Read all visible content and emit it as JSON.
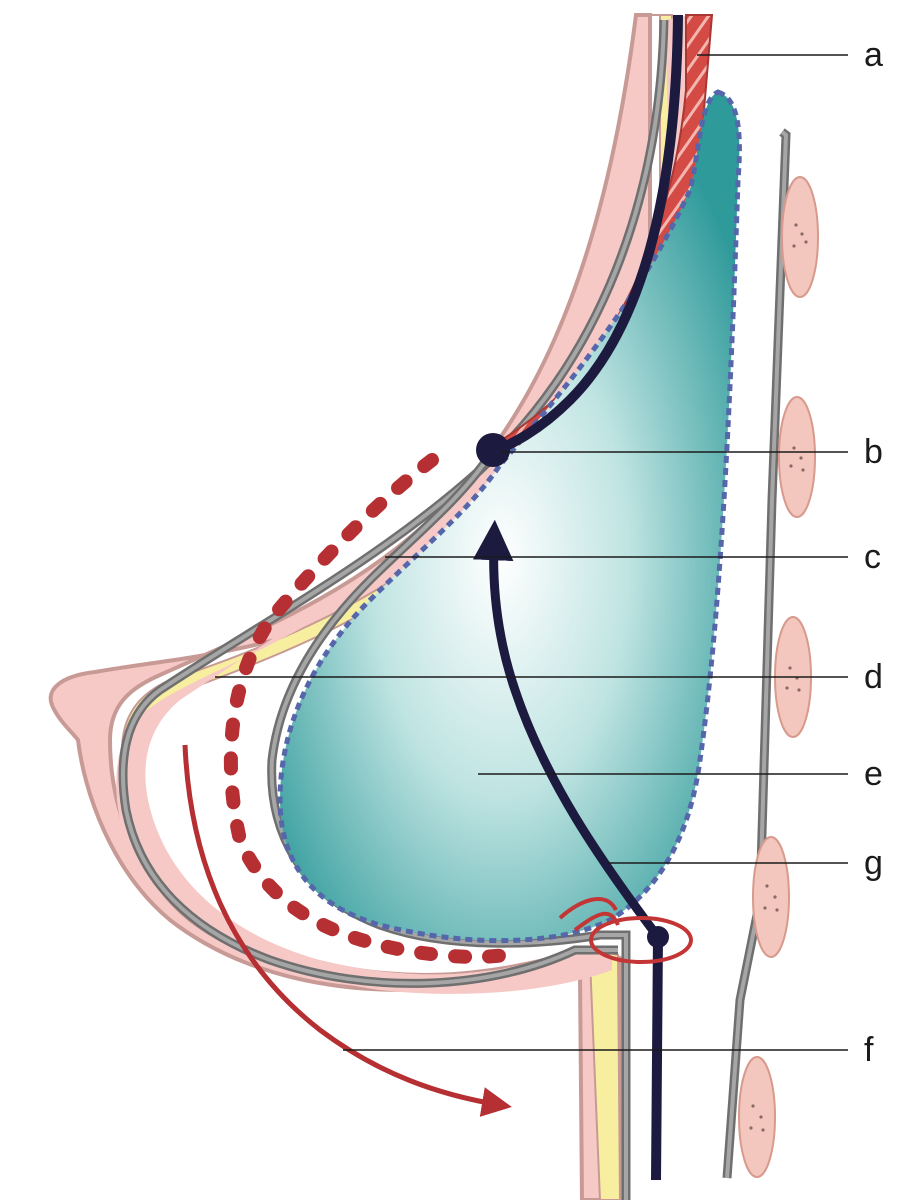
{
  "labels": {
    "a": "a",
    "b": "b",
    "c": "c",
    "d": "d",
    "e": "e",
    "f": "f",
    "g": "g"
  },
  "colors": {
    "skin": "#f6c9c6",
    "skin_outline": "#c89a95",
    "fat": "#f7ef9f",
    "fascia": "#8e8e8e",
    "muscle": "#d44a45",
    "implant": "#3aa3a3",
    "implant_outline": "#5566aa",
    "suture": "#1c1a3e",
    "arrow_red": "#b52f33",
    "rib": "#f3c7be"
  }
}
